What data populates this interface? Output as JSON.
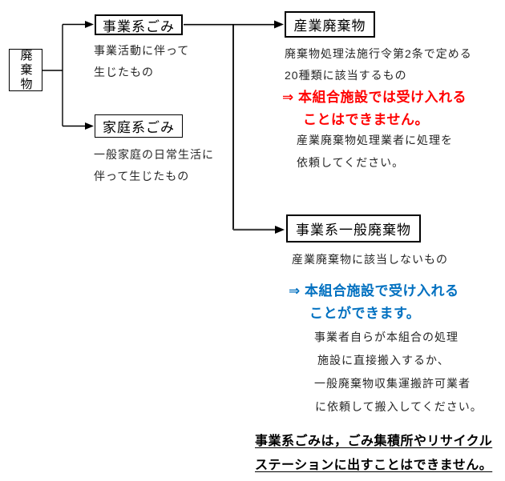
{
  "diagram": {
    "title_context": "waste classification flowchart",
    "colors": {
      "reject_red": "#ff0000",
      "accept_blue": "#0070c0",
      "line_gray": "#8c8c8c",
      "line_black": "#000000",
      "box_border": "#000000",
      "background": "#ffffff"
    },
    "root_label": "廃棄物",
    "business": {
      "label": "事業系ごみ",
      "desc1": "事業活動に伴って",
      "desc2": "生じたもの"
    },
    "household": {
      "label": "家庭系ごみ",
      "desc1": "一般家庭の日常生活に",
      "desc2": "伴って生じたもの"
    },
    "industrial": {
      "label": "産業廃棄物",
      "desc1": "廃棄物処理法施行令第2条で定める",
      "desc2": "20種類に該当するもの",
      "verdict1": "⇒ 本組合施設では受け入れる",
      "verdict2": "ことはできません。",
      "action1": "産業廃棄物処理業者に処理を",
      "action2": "依頼してください。"
    },
    "business_general": {
      "label": "事業系一般廃棄物",
      "desc1": "産業廃棄物に該当しないもの",
      "verdict1": "⇒ 本組合施設で受け入れる",
      "verdict2": "ことができます。",
      "action1": "事業者自らが本組合の処理",
      "action2": "施設に直接搬入するか、",
      "action3": "一般廃棄物収集運搬許可業者",
      "action4": "に依頼して搬入してください。"
    },
    "footnote1": "事業系ごみは，ごみ集積所やリサイクル",
    "footnote2": "ステーションに出すことはできません。"
  }
}
